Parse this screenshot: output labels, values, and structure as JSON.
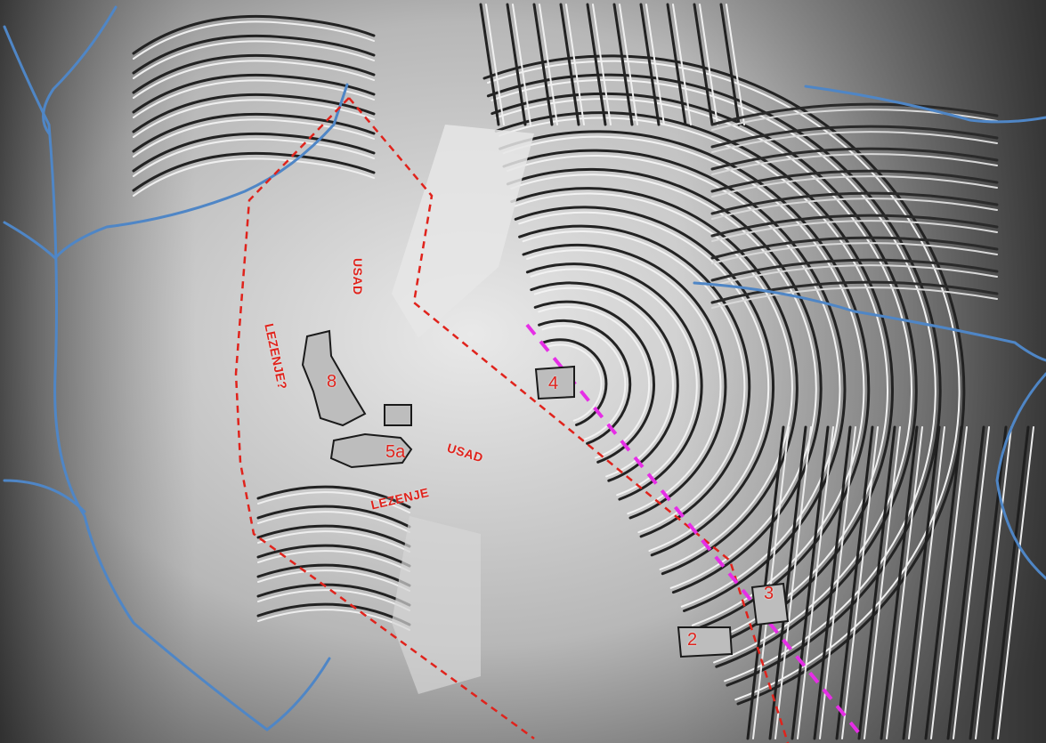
{
  "map": {
    "labels": {
      "usad_vertical": "USAD",
      "lezenje_question": "LEZENJE?",
      "usad_horizontal": "USAD",
      "lezenje": "LEZENJE"
    },
    "site_numbers": {
      "n8": "8",
      "n5a": "5a",
      "n4": "4",
      "n3": "3",
      "n2": "2"
    },
    "colors": {
      "boundary_dashed": "#e0231c",
      "profile_line": "#e62ee6",
      "streams": "#4f86c6",
      "label_text": "#e0231c"
    },
    "layers": [
      "lidar-hillshade",
      "terraces",
      "stream-network",
      "area-boundary",
      "profile-line",
      "site-markers"
    ]
  }
}
